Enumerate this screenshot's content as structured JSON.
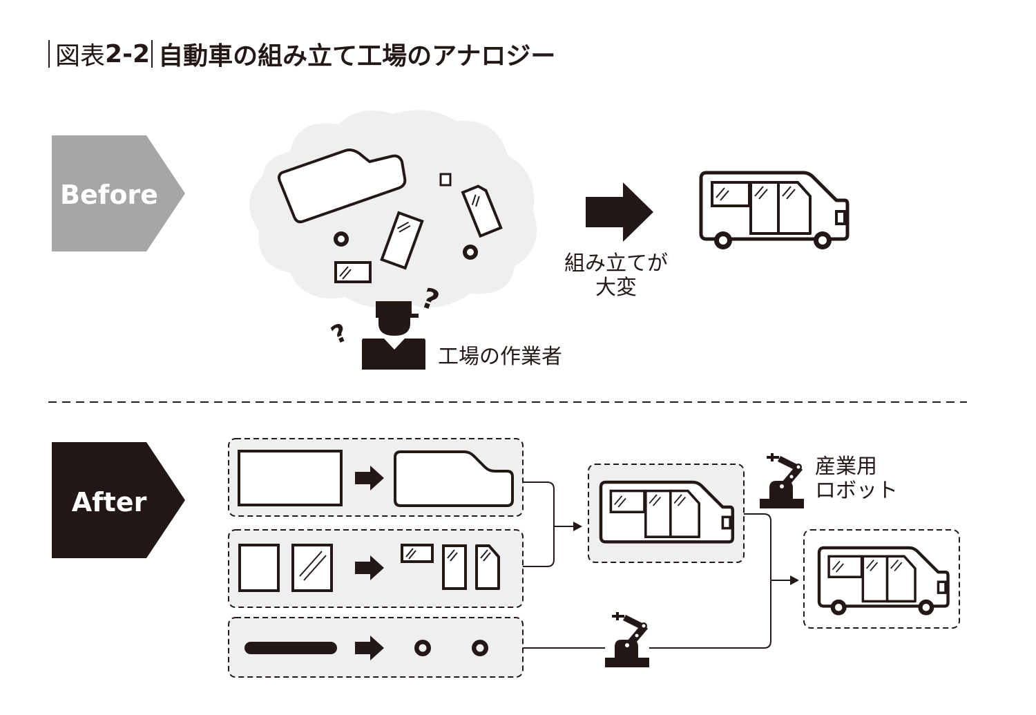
{
  "title": {
    "prefix": "図表",
    "number": "2-2",
    "text": "自動車の組み立て工場のアナロジー"
  },
  "before": {
    "label": "Before",
    "arrow_caption_line1": "組み立てが",
    "arrow_caption_line2": "大変",
    "worker_label": "工場の作業者",
    "question_mark": "?"
  },
  "after": {
    "label": "After",
    "robot_label_line1": "産業用",
    "robot_label_line2": "ロボット"
  },
  "colors": {
    "before_tag": "#a6a6a6",
    "after_tag": "#231815",
    "ink": "#231815",
    "panel_fill": "#efefef"
  }
}
